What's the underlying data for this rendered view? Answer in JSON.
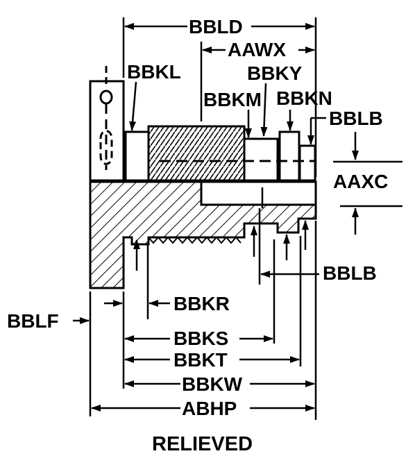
{
  "labels": {
    "bbld": "BBLD",
    "aawx": "AAWX",
    "bbkl": "BBKL",
    "bbky": "BBKY",
    "bbkm": "BBKM",
    "bbkn": "BBKN",
    "bblb_top": "BBLB",
    "aaxc": "AAXC",
    "bblb_right": "BBLB",
    "bbkr": "BBKR",
    "bblf": "BBLF",
    "bbks": "BBKS",
    "bbkt": "BBKT",
    "bbkw": "BBKW",
    "abhp": "ABHP"
  },
  "caption": "RELIEVED"
}
